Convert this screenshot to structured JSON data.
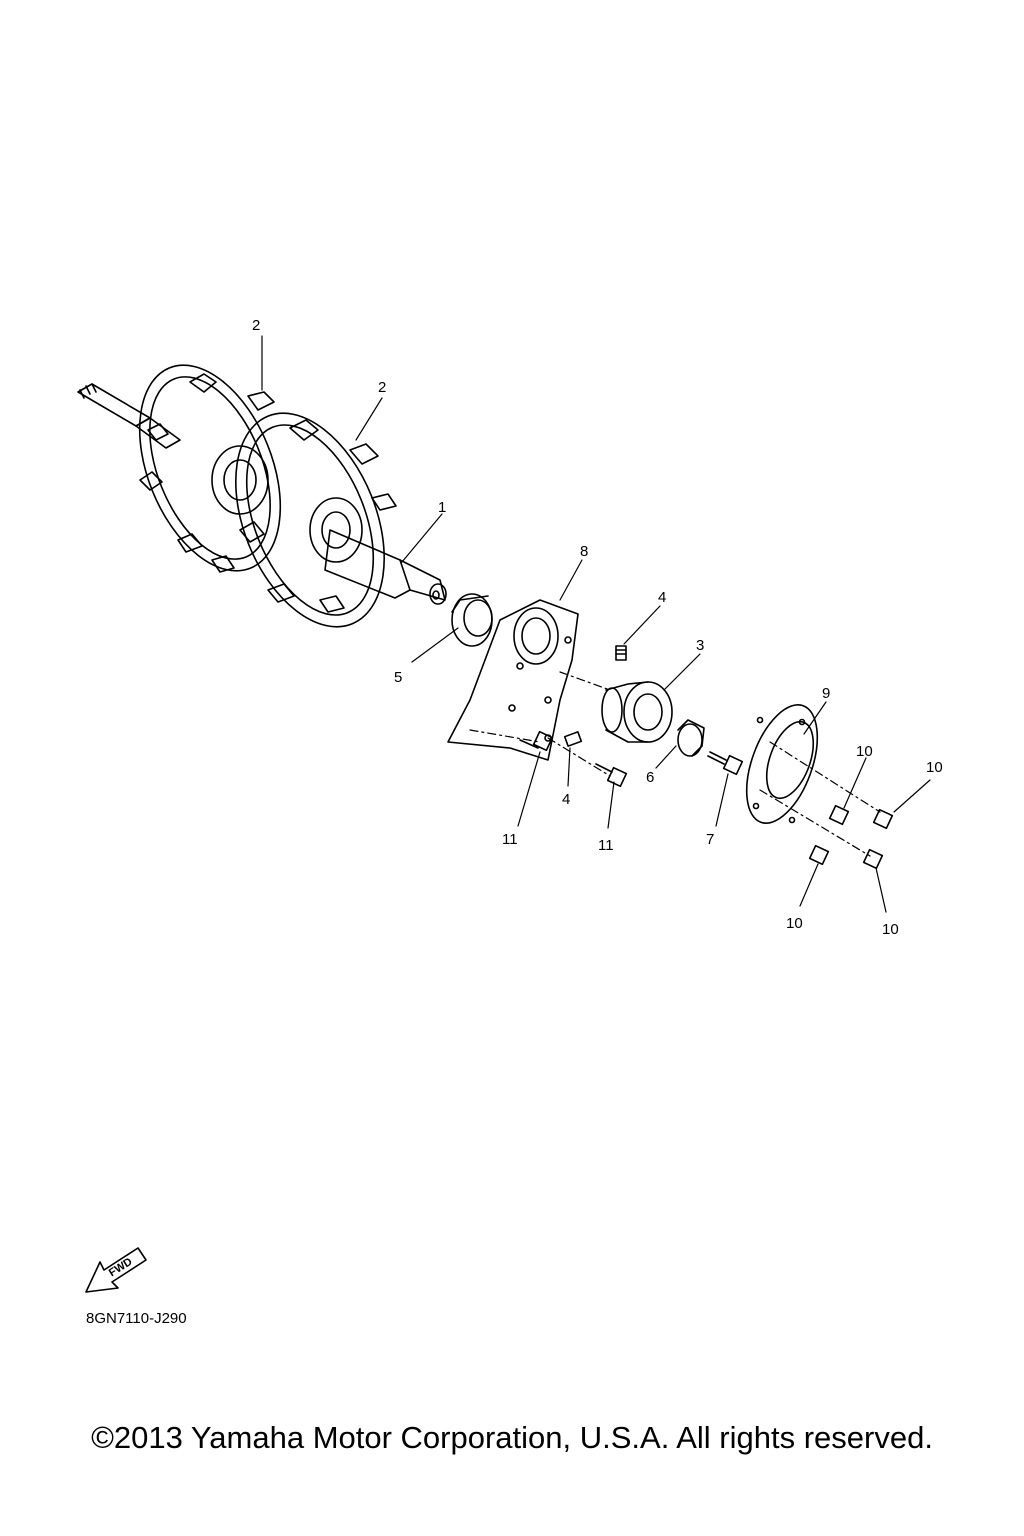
{
  "diagram": {
    "callouts": [
      "2",
      "2",
      "1",
      "8",
      "4",
      "3",
      "5",
      "9",
      "10",
      "10",
      "4",
      "11",
      "11",
      "6",
      "7",
      "10",
      "10"
    ],
    "fwd_label": "FWD",
    "drawing_code": "8GN7110-J290"
  },
  "footer": {
    "copyright": "©2013 Yamaha Motor Corporation, U.S.A. All rights reserved."
  }
}
